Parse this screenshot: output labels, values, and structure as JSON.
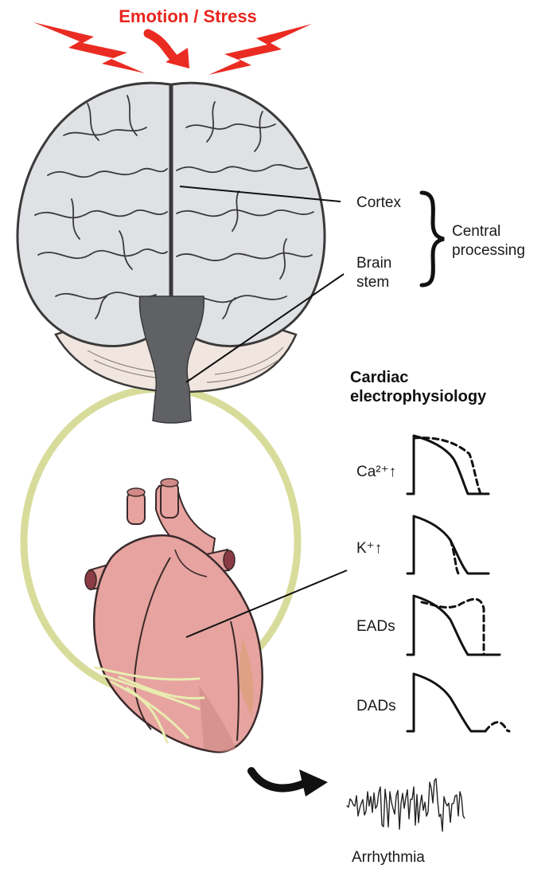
{
  "title": "Emotion / Stress",
  "colors": {
    "title": "#e8261f",
    "brain_fill": "#dfe1e4",
    "brain_outline": "#3a3a3a",
    "brainstem": "#5f6164",
    "cerebellum": "#f1e6df",
    "loop": "#d8dc9a",
    "heart": "#e6a3a0",
    "heart_dark": "#b4706e",
    "nerves": "#e9ecb0",
    "vessel_end": "#8a3b45"
  },
  "brain_labels": {
    "cortex": "Cortex",
    "brain_stem": "Brain\nstem",
    "group": "Central\nprocessing"
  },
  "section_heading": "Cardiac\nelectrophysiology",
  "traces": [
    {
      "label": "Ca²⁺↑",
      "variant": "prolonged"
    },
    {
      "label": "K⁺↑",
      "variant": "shortened"
    },
    {
      "label": "EADs",
      "variant": "early-afterdepolarization"
    },
    {
      "label": "DADs",
      "variant": "delayed-afterdepolarization"
    }
  ],
  "outcome": "Arrhythmia",
  "icons": [
    "lightning-bolt-icon",
    "curved-arrow-icon"
  ]
}
